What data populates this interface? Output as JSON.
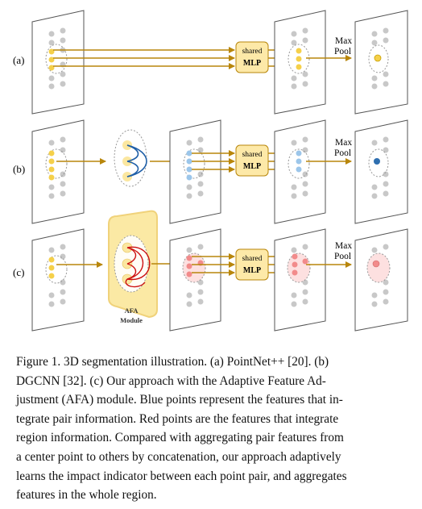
{
  "rows": [
    {
      "label": "(a)"
    },
    {
      "label": "(b)"
    },
    {
      "label": "(c)"
    }
  ],
  "mlp_box": {
    "top_text": "shared",
    "bottom_text": "MLP"
  },
  "max_pool": {
    "line1": "Max",
    "line2": "Pool"
  },
  "afa_module": {
    "line1": "AFA",
    "line2": "Module"
  },
  "colors": {
    "arrow": "#b8860b",
    "yellow_point": "#f5d04a",
    "blue_point": "#9cc6ea",
    "dark_blue_point": "#2f6fb0",
    "red_point": "#f28b8b",
    "red_curve": "#cc1111",
    "blue_curve": "#1f5fa8",
    "gray_point": "#c8c8c8",
    "mlp_fill": "#fde9a8",
    "mlp_stroke": "#b8860b",
    "afa_fill": "#fbe9a4"
  },
  "caption": {
    "line1": "Figure 1. 3D segmentation illustration. (a) PointNet++ [20]. (b)",
    "line2": "DGCNN [32]. (c) Our approach with the Adaptive Feature Ad-",
    "line3": "justment (AFA) module. Blue points represent the features that in-",
    "line4": "tegrate pair information. Red points are the features that integrate",
    "line5": "region information. Compared with aggregating pair features from",
    "line6": "a center point to others by concatenation, our approach adaptively",
    "line7": "learns the impact indicator between each point pair, and aggregates",
    "line8": "features in the whole region."
  }
}
